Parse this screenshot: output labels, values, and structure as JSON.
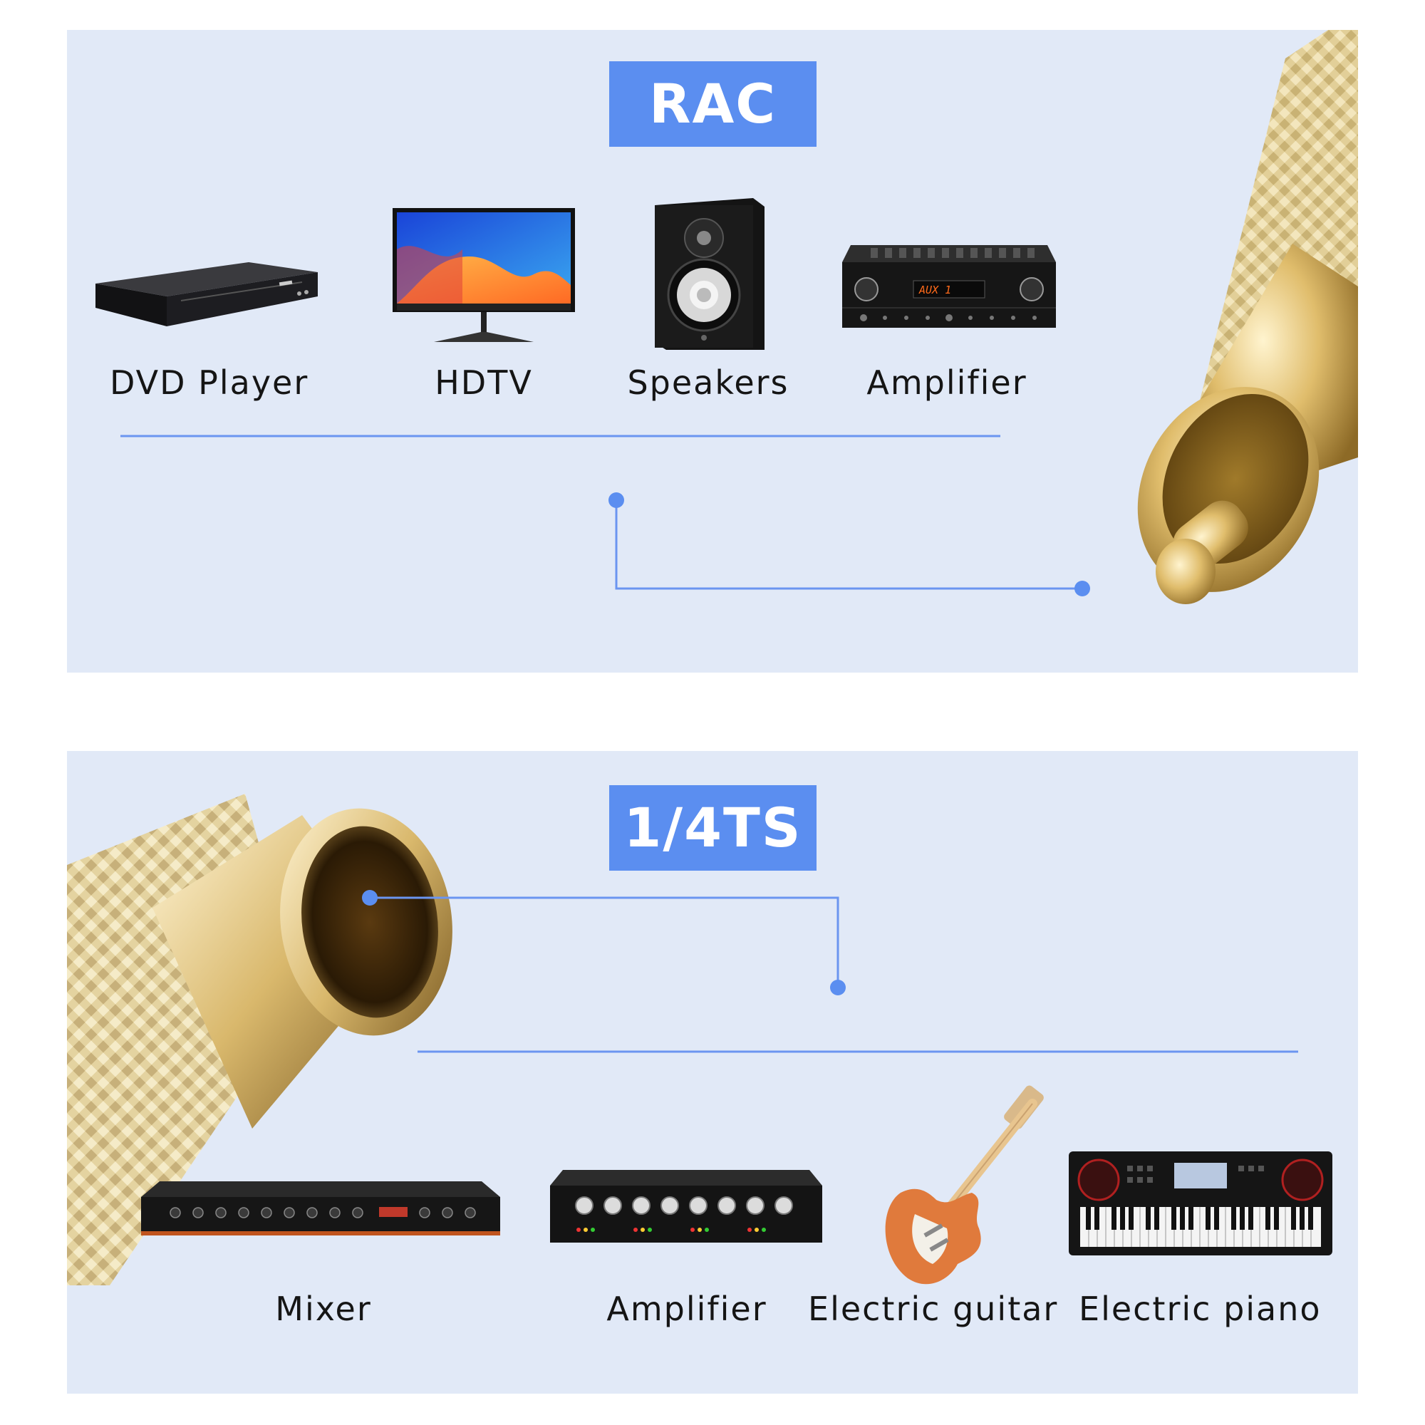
{
  "rca_section": {
    "title": "RAC",
    "devices": [
      {
        "label": "DVD Player",
        "icon": "dvd-player-icon"
      },
      {
        "label": "HDTV",
        "icon": "monitor-icon"
      },
      {
        "label": "Speakers",
        "icon": "speaker-icon"
      },
      {
        "label": "Amplifier",
        "icon": "av-receiver-icon"
      }
    ],
    "amplifier_display": "AUX 1"
  },
  "ts_section": {
    "title": "1/4TS",
    "devices": [
      {
        "label": "Mixer",
        "icon": "rack-mixer-icon"
      },
      {
        "label": "Amplifier",
        "icon": "rack-amplifier-icon"
      },
      {
        "label": "Electric guitar",
        "icon": "electric-guitar-icon"
      },
      {
        "label": "Electric piano",
        "icon": "keyboard-icon"
      }
    ]
  },
  "colors": {
    "panel": "#e1e9f7",
    "accent": "#5b8ef0",
    "line": "#6b95f0",
    "gold": "#d9c38a"
  }
}
